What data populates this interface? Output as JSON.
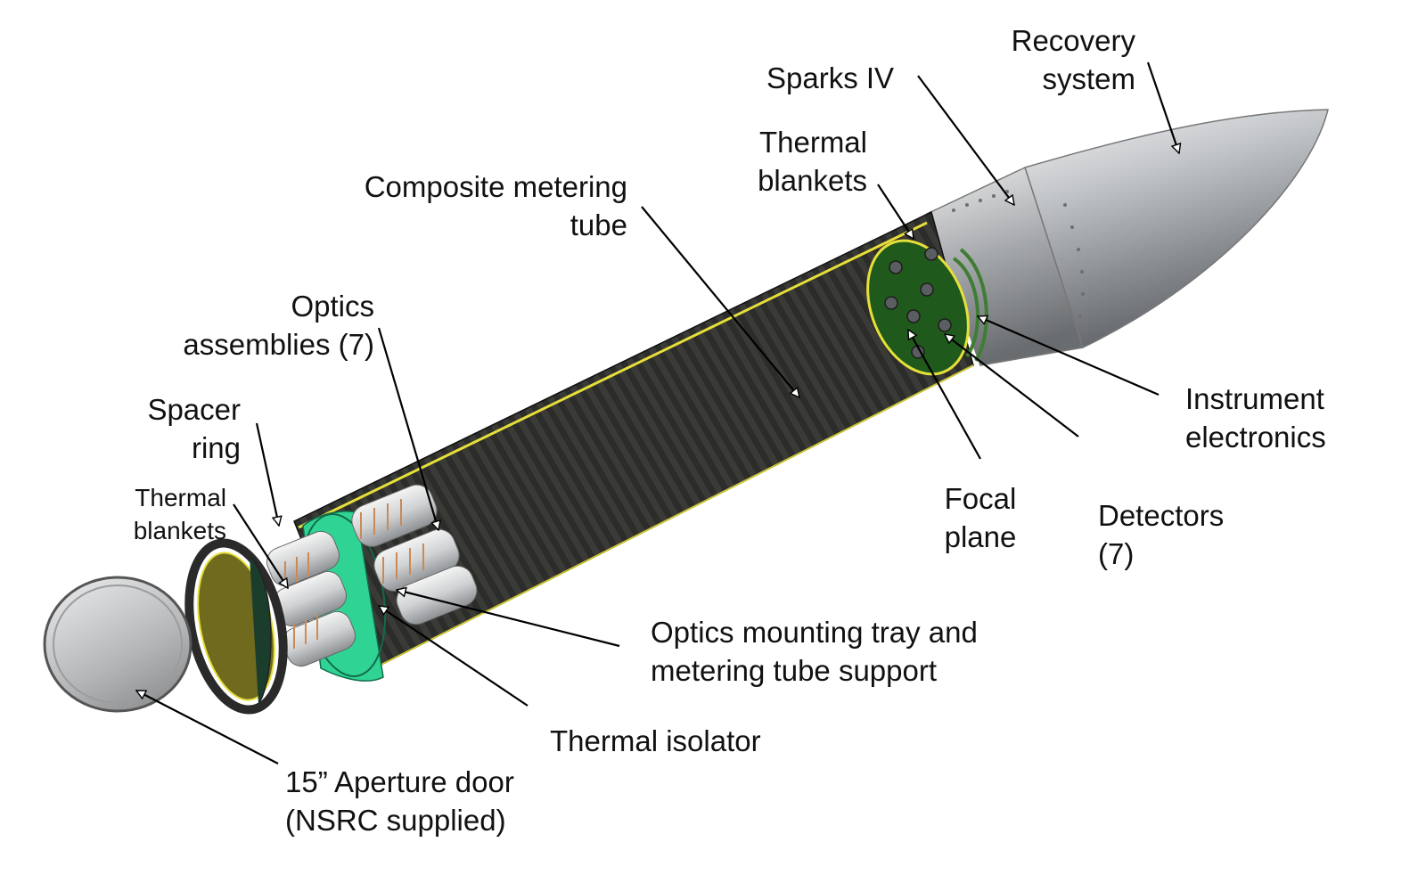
{
  "labels": {
    "recovery_system": [
      "Recovery",
      "system"
    ],
    "sparks_iv": [
      "Sparks IV"
    ],
    "thermal_blankets_top": [
      "Thermal",
      "blankets"
    ],
    "composite_metering_tube": [
      "Composite metering",
      "tube"
    ],
    "optics_assemblies": [
      "Optics",
      "assemblies (7)"
    ],
    "spacer_ring": [
      "Spacer",
      "ring"
    ],
    "thermal_blankets_left": [
      "Thermal",
      "blankets"
    ],
    "instrument_electronics": [
      "Instrument",
      "electronics"
    ],
    "focal_plane": [
      "Focal",
      "plane"
    ],
    "detectors": [
      "Detectors",
      "(7)"
    ],
    "optics_mounting_tray": [
      "Optics mounting tray and",
      "metering tube support"
    ],
    "thermal_isolator": [
      "Thermal isolator"
    ],
    "aperture_door": [
      "15” Aperture door",
      "(NSRC supplied)"
    ]
  },
  "colors": {
    "carbon_tube": "#2b2b29",
    "silver": "#b9bcbf",
    "green_ring": "#2fd494",
    "yellow_edge": "#e6df3a",
    "olive_plate": "#6f6a1e",
    "focal_green": "#1f5a1c"
  }
}
